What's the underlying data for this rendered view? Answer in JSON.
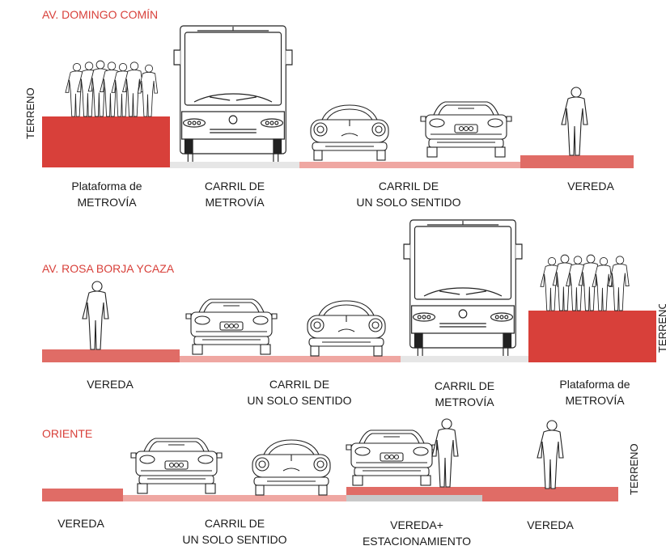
{
  "sections": [
    {
      "title": "AV. DOMINGO COMÍN",
      "terrain_label": "TERRENO",
      "labels": [
        "Plataforma de\nMETROVÍA",
        "CARRIL DE\nMETROVÍA",
        "CARRIL DE\nUN SOLO SENTIDO",
        "VEREDA"
      ]
    },
    {
      "title": "AV. ROSA BORJA YCAZA",
      "terrain_label": "TERRENO",
      "labels": [
        "VEREDA",
        "CARRIL DE\nUN SOLO SENTIDO",
        "CARRIL DE\nMETROVÍA",
        "Plataforma de\nMETROVÍA"
      ]
    },
    {
      "title": "ORIENTE",
      "terrain_label": "TERRENO",
      "labels": [
        "VEREDA",
        "CARRIL DE\nUN SOLO SENTIDO",
        "VEREDA+\nESTACIONAMIENTO",
        "VEREDA"
      ]
    }
  ],
  "colors": {
    "platform": "#d8403a",
    "sidewalk": "#e06c66",
    "lane": "#efa7a2",
    "metro_lane": "#e6e6e6",
    "parking": "#c8c8c8",
    "title": "#d8403a"
  },
  "icons": [
    "bus-icon",
    "car-rear-icon",
    "car-front-icon",
    "pedestrian-icon",
    "crowd-icon"
  ]
}
